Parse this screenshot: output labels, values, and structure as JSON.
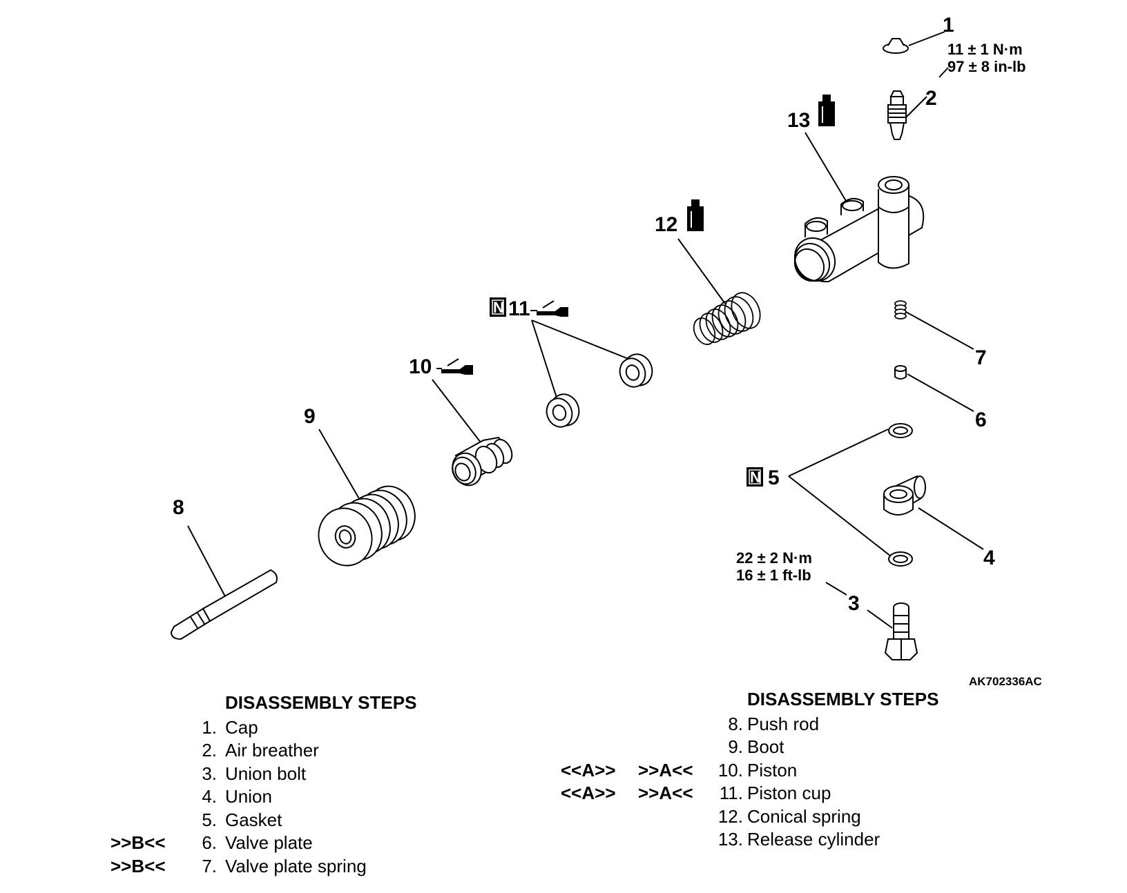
{
  "callouts": {
    "c1": "1",
    "c2": "2",
    "c3": "3",
    "c4": "4",
    "c5": "5",
    "c6": "6",
    "c7": "7",
    "c8": "8",
    "c9": "9",
    "c10": "10",
    "c11": "11",
    "c12": "12",
    "c13": "13"
  },
  "new_part_mark": "N",
  "torque_top": {
    "line1": "11 ± 1 N·m",
    "line2": "97 ± 8 in-lb"
  },
  "torque_bottom": {
    "line1": "22 ± 2 N·m",
    "line2": "16 ± 1 ft-lb"
  },
  "figure_id": "AK702336AC",
  "steps_left": {
    "heading": "DISASSEMBLY STEPS",
    "rows": [
      {
        "ref": "",
        "num": "1.",
        "label": "Cap"
      },
      {
        "ref": "",
        "num": "2.",
        "label": "Air breather"
      },
      {
        "ref": "",
        "num": "3.",
        "label": "Union bolt"
      },
      {
        "ref": "",
        "num": "4.",
        "label": "Union"
      },
      {
        "ref": "",
        "num": "5.",
        "label": "Gasket"
      },
      {
        "ref": ">>B<<",
        "num": "6.",
        "label": "Valve plate"
      },
      {
        "ref": ">>B<<",
        "num": "7.",
        "label": "Valve plate spring"
      }
    ]
  },
  "steps_right": {
    "heading": "DISASSEMBLY STEPS",
    "rows": [
      {
        "ref1": "",
        "ref2": "",
        "num": "8.",
        "label": "Push rod"
      },
      {
        "ref1": "",
        "ref2": "",
        "num": "9.",
        "label": "Boot"
      },
      {
        "ref1": "<<A>>",
        "ref2": ">>A<<",
        "num": "10.",
        "label": "Piston"
      },
      {
        "ref1": "<<A>>",
        "ref2": ">>A<<",
        "num": "11.",
        "label": "Piston cup"
      },
      {
        "ref1": "",
        "ref2": "",
        "num": "12.",
        "label": "Conical spring"
      },
      {
        "ref1": "",
        "ref2": "",
        "num": "13.",
        "label": "Release cylinder"
      }
    ]
  }
}
